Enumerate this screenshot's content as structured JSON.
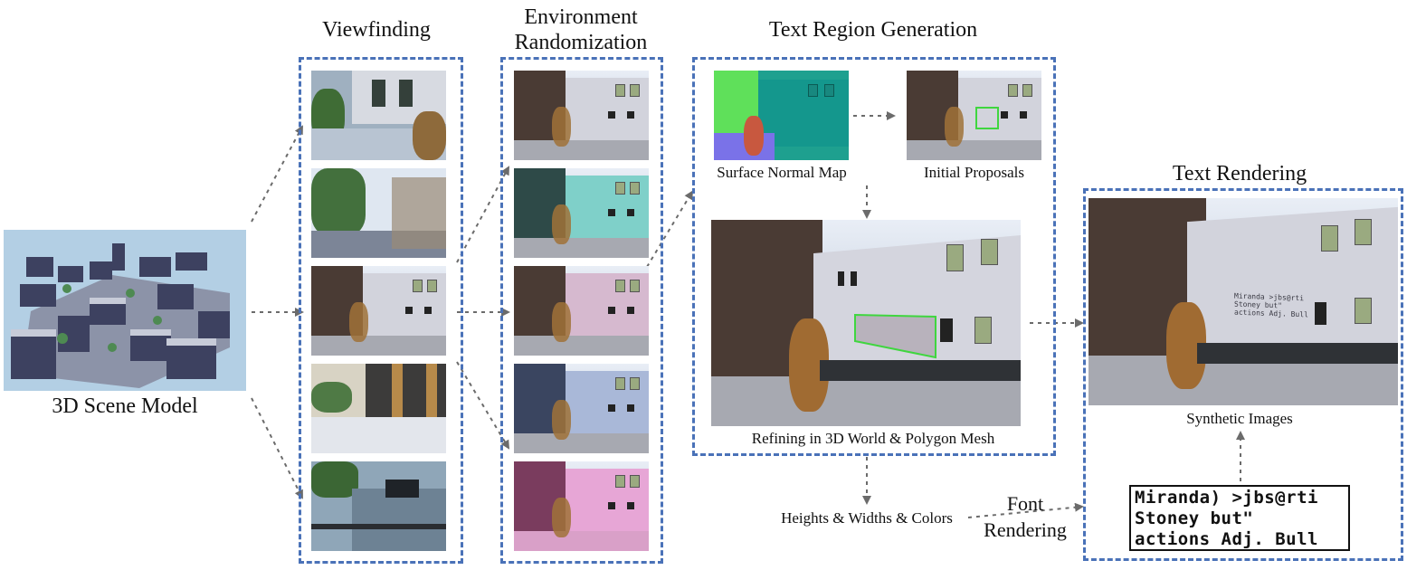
{
  "labels": {
    "scene_model": "3D Scene Model",
    "viewfinding": "Viewfinding",
    "env_line1": "Environment",
    "env_line2": "Randomization",
    "text_region": "Text Region Generation",
    "text_rendering": "Text Rendering",
    "surface_normal": "Surface Normal Map",
    "initial_proposals": "Initial Proposals",
    "refining": "Refining in 3D World & Polygon Mesh",
    "synthetic": "Synthetic Images",
    "hwc": "Heights & Widths & Colors",
    "font": "Font",
    "rendering": "Rendering"
  },
  "font_sample": {
    "line1": "Miranda) >jbs@rti",
    "line2": "Stoney but\"",
    "line3": "actions Adj. Bull"
  },
  "rendered_text": {
    "line1": "Miranda >jbs@rti",
    "line2": "Stoney but\"",
    "line3": "actions Adj. Bull"
  },
  "colors": {
    "box_border": "#4a72b8",
    "arrow": "#6b6b6b",
    "proposal": "#3fd63f",
    "env_tints": [
      "#d2d3dc",
      "#7fd0c9",
      "#d6b9cf",
      "#a9b8d8",
      "#e7a6d6"
    ]
  }
}
